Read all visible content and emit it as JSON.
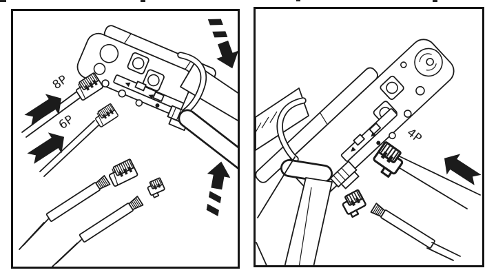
{
  "figure": {
    "type": "instruction-diagram",
    "subject": "Modular plug crimping tool usage",
    "ink_color": "#1b1b1b",
    "background_color": "#ffffff",
    "panel_border_color": "#141414"
  },
  "panels": [
    {
      "id": "left",
      "description": "Crimping tool with 8P and 6P modular plugs being inserted; loose plugs and stripped cable ends below; dashed arrows indicate pressing the handle down and releasing up",
      "labels": [
        {
          "text": "8P"
        },
        {
          "text": "6P"
        }
      ],
      "arrows": [
        {
          "name": "insert-8p-arrow",
          "style": "solid",
          "direction": "up-right"
        },
        {
          "name": "insert-6p-arrow",
          "style": "solid",
          "direction": "up-right"
        },
        {
          "name": "press-down-arrow",
          "style": "dashed",
          "direction": "down"
        },
        {
          "name": "release-up-arrow",
          "style": "dashed",
          "direction": "up"
        }
      ],
      "parts": [
        "crimping-tool",
        "8p-plug-with-cable",
        "6p-plug-with-cable",
        "loose-8p-plug",
        "loose-small-plug",
        "stripped-cable-1",
        "stripped-cable-2"
      ]
    },
    {
      "id": "right",
      "description": "Crimping tool rotated, with a 4P modular plug being inserted from the right; loose 4P plug and stripped cable end below",
      "labels": [
        {
          "text": "4P"
        }
      ],
      "arrows": [
        {
          "name": "insert-4p-arrow",
          "style": "solid",
          "direction": "up-left"
        }
      ],
      "parts": [
        "crimping-tool",
        "4p-plug-with-cable",
        "loose-4p-plug",
        "stripped-cable"
      ]
    }
  ]
}
